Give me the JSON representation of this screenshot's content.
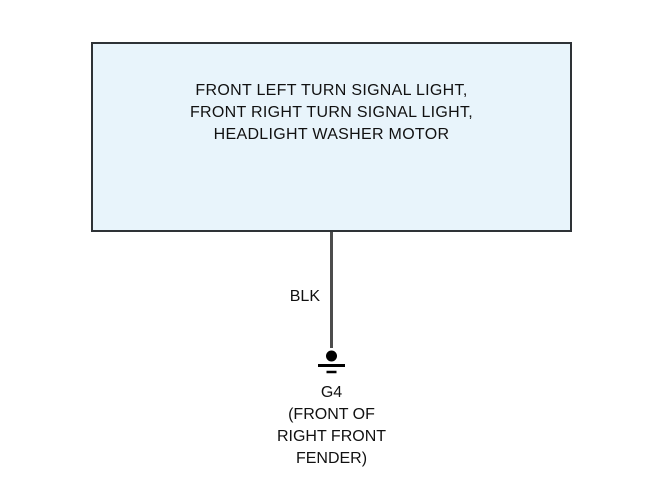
{
  "diagram": {
    "component_box": {
      "lines": [
        "FRONT LEFT TURN SIGNAL LIGHT,",
        "FRONT RIGHT TURN SIGNAL LIGHT,",
        "HEADLIGHT WASHER MOTOR"
      ]
    },
    "wire": {
      "label": "BLK"
    },
    "ground": {
      "lines": [
        "G4",
        "(FRONT OF",
        "RIGHT FRONT",
        "FENDER)"
      ]
    },
    "colors": {
      "background": "#ffffff",
      "box_fill": "#e8f4fb",
      "box_border": "#2e3236",
      "wire": "#4d4d4d",
      "text": "#111111",
      "ground_symbol": "#000000"
    }
  }
}
